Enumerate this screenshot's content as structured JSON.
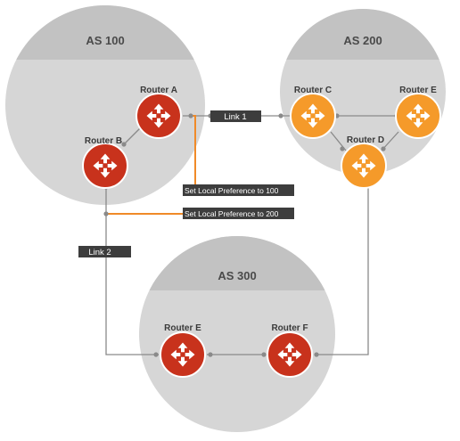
{
  "autonomous_systems": [
    {
      "id": "as100",
      "title": "AS 100"
    },
    {
      "id": "as200",
      "title": "AS 200"
    },
    {
      "id": "as300",
      "title": "AS 300"
    }
  ],
  "routers": {
    "as100_a": {
      "label": "Router A",
      "color": "red"
    },
    "as100_b": {
      "label": "Router B",
      "color": "red"
    },
    "as200_c": {
      "label": "Router C",
      "color": "orange"
    },
    "as200_d": {
      "label": "Router D",
      "color": "orange"
    },
    "as200_e": {
      "label": "Router E",
      "color": "orange"
    },
    "as300_e": {
      "label": "Router E",
      "color": "red"
    },
    "as300_f": {
      "label": "Router F",
      "color": "red"
    }
  },
  "links": {
    "link1": "Link 1",
    "link2": "Link 2"
  },
  "policies": {
    "pref100": "Set Local Preference to 100",
    "pref200": "Set Local Preference to 200"
  },
  "colors": {
    "region_body": "#d6d6d6",
    "region_header": "#c2c2c2",
    "router_red": "#c8321c",
    "router_orange": "#f59a2a",
    "policy_line": "#f08a28",
    "connector": "#8a8a8a",
    "label_box": "#3d3d3d"
  }
}
